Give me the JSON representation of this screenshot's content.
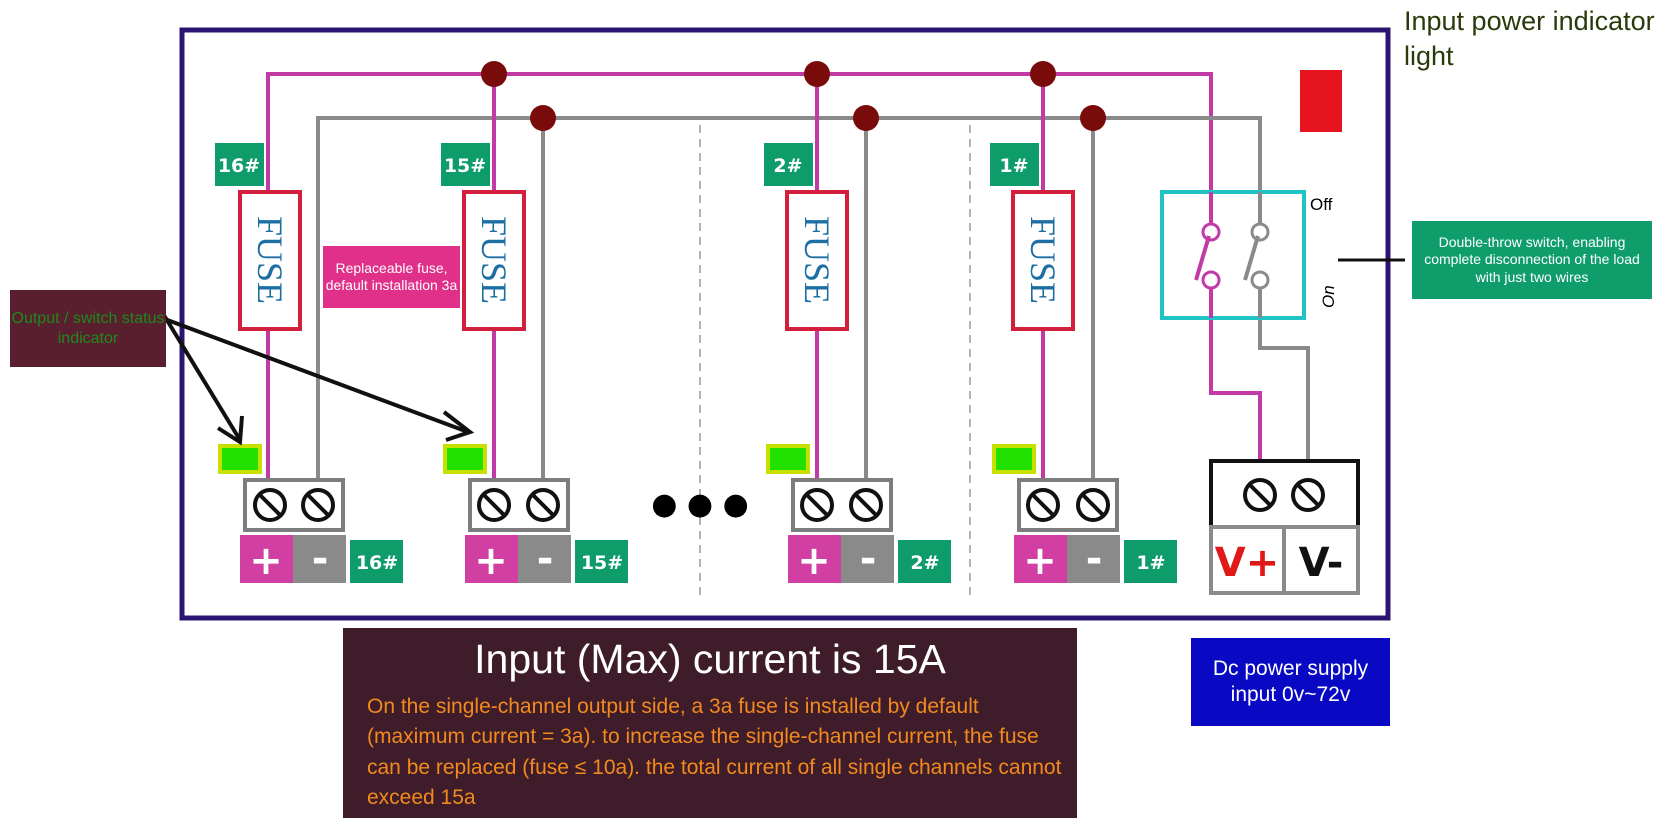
{
  "channels": [
    {
      "tag": "16#",
      "bottom_tag": "16#"
    },
    {
      "tag": "15#",
      "bottom_tag": "15#"
    },
    {
      "tag": "2#",
      "bottom_tag": "2#"
    },
    {
      "tag": "1#",
      "bottom_tag": "1#"
    }
  ],
  "fuse_label": "FUSE",
  "plus_sign": "+",
  "minus_sign": "-",
  "ellipsis": "● ● ●",
  "replace_note": "Replaceable fuse, default installation 3a",
  "status_note": "Output / switch status indicator",
  "indicator_title": "Input power indicator light",
  "switch": {
    "off_label": "Off",
    "on_label": "On",
    "note": "Double-throw switch, enabling complete disconnection of the load with just two wires"
  },
  "supply": {
    "v_plus": "V+",
    "v_minus": "V-",
    "note": "Dc power supply input 0v~72v"
  },
  "bottom": {
    "title": "Input (Max) current is 15A",
    "body": "On the single-channel output side, a 3a fuse is installed by default (maximum current = 3a). to increase the single-channel current, the fuse can be replaced (fuse ≤ 10a). the total current of all single channels cannot exceed 15a"
  },
  "colors": {
    "board_border": "#2d1470",
    "positive_wire": "#c13aa6",
    "negative_wire": "#8a8a8a",
    "junction": "#7a0b0b",
    "fuse_border": "#d21f3c",
    "fuse_text": "#1d6fa3",
    "tag_bg": "#0e9d6a",
    "led": "#22e000",
    "led_border": "#c7e000",
    "plus_bg": "#d23fa3",
    "minus_bg": "#8a8a8a",
    "switch_border": "#20c4c4",
    "indicator": "#e5141f",
    "v_plus": "#e01818",
    "v_minus": "#111111"
  }
}
